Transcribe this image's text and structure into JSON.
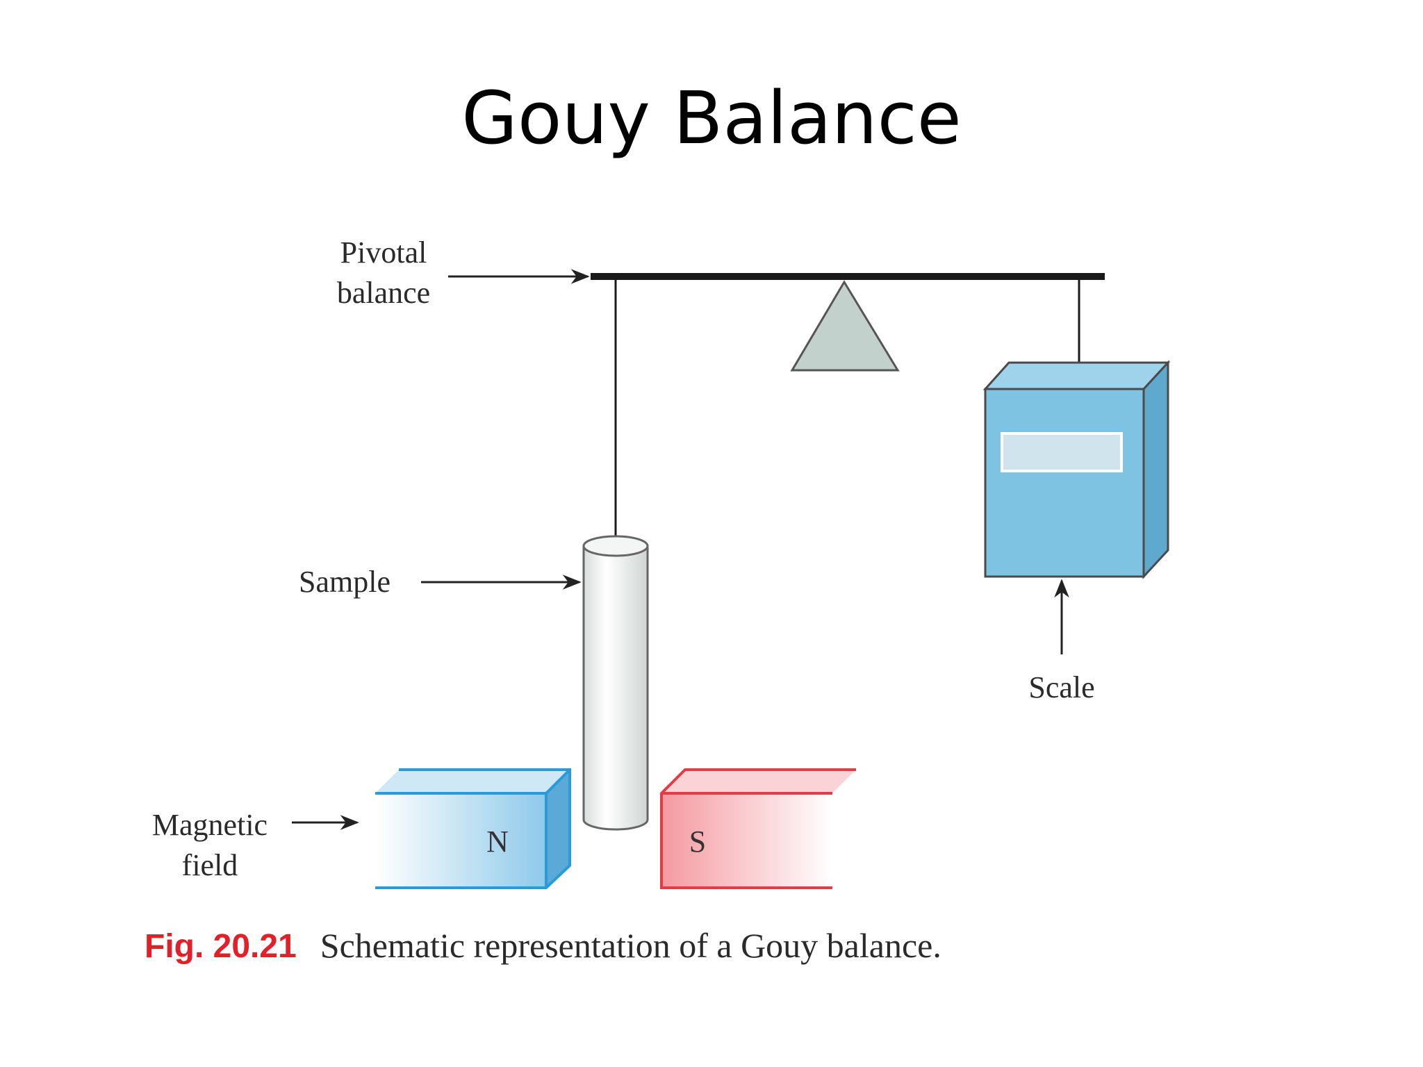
{
  "title": "Gouy Balance",
  "labels": {
    "pivotal_line1": "Pivotal",
    "pivotal_line2": "balance",
    "sample": "Sample",
    "magnetic_line1": "Magnetic",
    "magnetic_line2": "field",
    "scale": "Scale",
    "north": "N",
    "south": "S"
  },
  "caption": {
    "fig": "Fig. 20.21",
    "text": "Schematic representation of a Gouy balance."
  },
  "colors": {
    "north_magnet": "#2a9ad8",
    "south_magnet": "#e43b44",
    "scale_box": "#7fc3e3",
    "fulcrum": "#c3d1cc",
    "fig_number": "#e3202a"
  }
}
